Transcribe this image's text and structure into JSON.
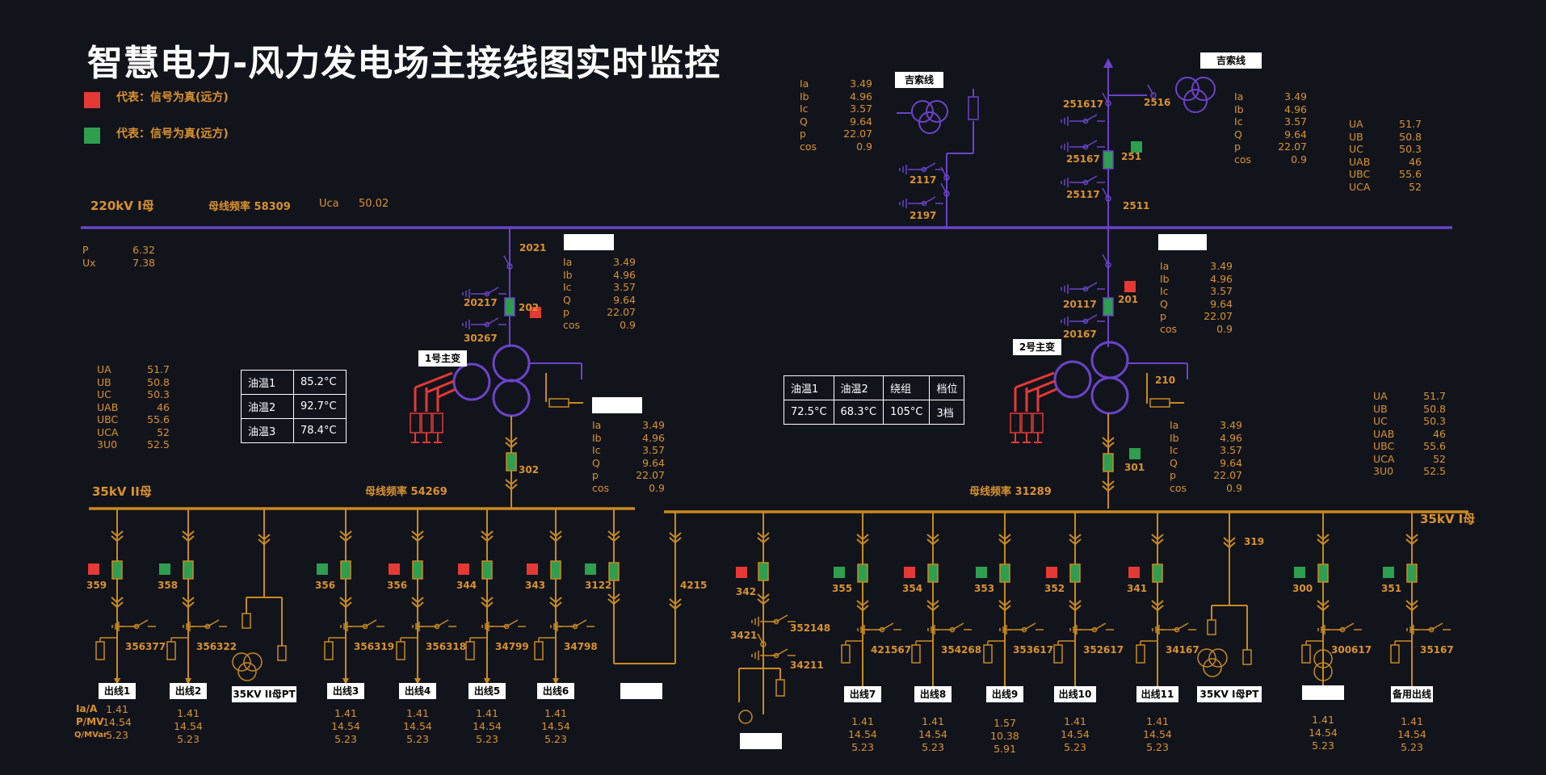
{
  "title": "智慧电力-风力发电场主接线图实时监控",
  "legend": [
    {
      "color": "#e53935",
      "label": "代表：信号为真(远方)"
    },
    {
      "color": "#2e9e4f",
      "label": "代表：信号为真(远方)"
    }
  ],
  "colors": {
    "hv": "#6b43c9",
    "lv": "#c98a1e",
    "red": "#e53935",
    "green": "#2e9e4f",
    "text": "#d9922e"
  },
  "bus220": {
    "name": "220kV I母",
    "freq": "母线频率 58309",
    "uca_label": "Uca",
    "uca_value": "50.02"
  },
  "bus35_2": {
    "name": "35kV II母",
    "freq": "母线频率 54269"
  },
  "bus35_1": {
    "name": "35kV I母",
    "freq": "母线频率 31289"
  },
  "line_names": {
    "left": "吉索线",
    "right": "吉索线"
  },
  "transformers": {
    "t1": "1号主变",
    "t2": "2号主变"
  },
  "pux": [
    {
      "k": "P",
      "v": "6.32"
    },
    {
      "k": "Ux",
      "v": "7.38"
    }
  ],
  "meas": [
    {
      "k": "Ia",
      "v": "3.49"
    },
    {
      "k": "Ib",
      "v": "4.96"
    },
    {
      "k": "Ic",
      "v": "3.57"
    },
    {
      "k": "Q",
      "v": "9.64"
    },
    {
      "k": "p",
      "v": "22.07"
    },
    {
      "k": "cos",
      "v": "0.9"
    }
  ],
  "volt6": [
    {
      "k": "UA",
      "v": "51.7"
    },
    {
      "k": "UB",
      "v": "50.8"
    },
    {
      "k": "UC",
      "v": "50.3"
    },
    {
      "k": "UAB",
      "v": "46"
    },
    {
      "k": "UBC",
      "v": "55.6"
    },
    {
      "k": "UCA",
      "v": "52"
    }
  ],
  "volt7": [
    {
      "k": "UA",
      "v": "51.7"
    },
    {
      "k": "UB",
      "v": "50.8"
    },
    {
      "k": "UC",
      "v": "50.3"
    },
    {
      "k": "UAB",
      "v": "46"
    },
    {
      "k": "UBC",
      "v": "55.6"
    },
    {
      "k": "UCA",
      "v": "52"
    },
    {
      "k": "3U0",
      "v": "52.5"
    }
  ],
  "oil_table_left": [
    [
      "油温1",
      "85.2°C"
    ],
    [
      "油温2",
      "92.7°C"
    ],
    [
      "油温3",
      "78.4°C"
    ]
  ],
  "oil_table_right": {
    "headers": [
      "油温1",
      "油温2",
      "绕组",
      "档位"
    ],
    "values": [
      "72.5°C",
      "68.3°C",
      "105°C",
      "3档"
    ]
  },
  "switch_labels": {
    "l2117": "2117",
    "l2197": "2197",
    "l251617": "251617",
    "l2516": "2516",
    "l25167": "25167",
    "l251": "251",
    "l25117": "25117",
    "l2511": "2511",
    "l2021": "2021",
    "l20217": "20217",
    "l202": "202",
    "l30267": "30267",
    "l302": "302",
    "l20117": "20117",
    "l201": "201",
    "l20167": "20167",
    "l210": "210",
    "l301": "301",
    "l3421": "3421",
    "l352148": "352148",
    "l34211": "34211",
    "l4215": "4215",
    "l319": "319"
  },
  "out_labels_caption": {
    "ia": "Ia/A",
    "p": "P/MV",
    "q": "Q/MVar"
  },
  "feeders": [
    {
      "code": "359",
      "ground": "356377",
      "name": "出线1",
      "ia": "1.41",
      "p": "14.54",
      "q": "5.23"
    },
    {
      "code": "358",
      "ground": "356322",
      "name": "出线2",
      "ia": "1.41",
      "p": "14.54",
      "q": "5.23"
    },
    {
      "code": "",
      "ground": "",
      "name": "35KV II母PT",
      "ia": "",
      "p": "",
      "q": ""
    },
    {
      "code": "356",
      "ground": "356319",
      "name": "出线3",
      "ia": "1.41",
      "p": "14.54",
      "q": "5.23"
    },
    {
      "code": "356",
      "ground": "356318",
      "name": "出线4",
      "ia": "1.41",
      "p": "14.54",
      "q": "5.23"
    },
    {
      "code": "344",
      "ground": "34799",
      "name": "出线5",
      "ia": "1.41",
      "p": "14.54",
      "q": "5.23"
    },
    {
      "code": "343",
      "ground": "34798",
      "name": "出线6",
      "ia": "1.41",
      "p": "14.54",
      "q": "5.23"
    },
    {
      "code": "3122",
      "ground": "",
      "name": "",
      "ia": "",
      "p": "",
      "q": ""
    },
    {
      "code": "342",
      "ground": "",
      "name": "",
      "ia": "",
      "p": "",
      "q": ""
    },
    {
      "code": "355",
      "ground": "421567",
      "name": "出线7",
      "ia": "1.41",
      "p": "14.54",
      "q": "5.23"
    },
    {
      "code": "354",
      "ground": "354268",
      "name": "出线8",
      "ia": "1.41",
      "p": "14.54",
      "q": "5.23"
    },
    {
      "code": "353",
      "ground": "353617",
      "name": "出线9",
      "ia": "1.57",
      "p": "10.38",
      "q": "5.91"
    },
    {
      "code": "352",
      "ground": "352617",
      "name": "出线10",
      "ia": "1.41",
      "p": "14.54",
      "q": "5.23"
    },
    {
      "code": "341",
      "ground": "34167",
      "name": "出线11",
      "ia": "1.41",
      "p": "14.54",
      "q": "5.23"
    },
    {
      "code": "",
      "ground": "",
      "name": "35KV I母PT",
      "ia": "",
      "p": "",
      "q": ""
    },
    {
      "code": "300",
      "ground": "300617",
      "name": "",
      "ia": "1.41",
      "p": "14.54",
      "q": "5.23"
    },
    {
      "code": "351",
      "ground": "35167",
      "name": "备用出线",
      "ia": "1.41",
      "p": "14.54",
      "q": "5.23"
    }
  ],
  "feeder_status": [
    "red",
    "green",
    "",
    "green",
    "red",
    "red",
    "red",
    "green",
    "red",
    "green",
    "red",
    "green",
    "red",
    "red",
    "",
    "green",
    "green"
  ]
}
